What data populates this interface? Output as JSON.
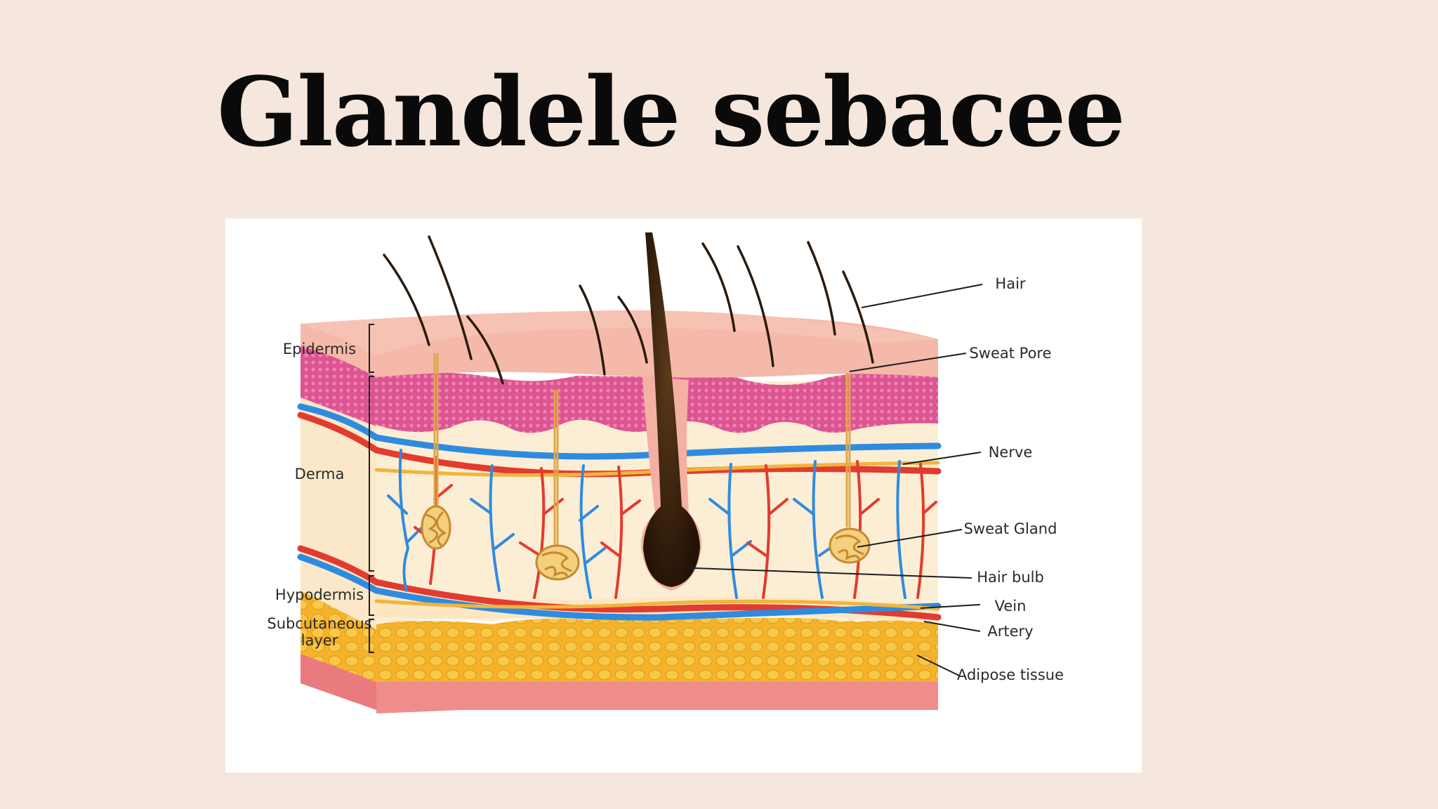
{
  "slide": {
    "title": "Glandele sebacee"
  },
  "diagram": {
    "layers": {
      "epidermis": "Epidermis",
      "derma": "Derma",
      "hypodermis": "Hypodermis",
      "subcutaneous_line1": "Subcutaneous",
      "subcutaneous_line2": "layer"
    },
    "callouts": {
      "hair": "Hair",
      "sweat_pore": "Sweat Pore",
      "nerve": "Nerve",
      "sweat_gland": "Sweat Gland",
      "hair_bulb": "Hair bulb",
      "vein": "Vein",
      "artery": "Artery",
      "adipose": "Adipose tissue"
    },
    "colors": {
      "background": "#f5e7de",
      "epidermis": "#f2b5a6",
      "pink_layer": "#de5a94",
      "derma": "#fbebcf",
      "adipose": "#f3b530",
      "base": "#ef8a8a",
      "artery": "#e23b2f",
      "vein": "#2f8be0",
      "nerve": "#f0b53c",
      "hair": "#2b1a0d"
    }
  }
}
